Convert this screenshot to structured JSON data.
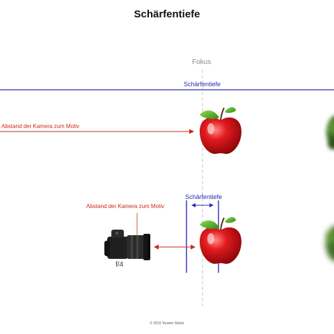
{
  "diagram": {
    "title": "Schärfentiefe",
    "focus_label": "Fokus",
    "top_scene": {
      "dof_label": "Schärfentiefe",
      "distance_label": "Abstand der Kamera zum Motiv"
    },
    "bottom_scene": {
      "dof_label": "Schärfentiefe",
      "distance_label": "Abstand der Kamera zum Motiv",
      "aperture_label": "f/4"
    },
    "copyright": "© 2015 Torsten Stolze"
  },
  "colors": {
    "dof_blue": "#2a2ab8",
    "distance_red": "#cc2a1a",
    "focus_gray": "#b8b8b8",
    "apple_red": "#d4141a",
    "leaf_green": "#4aa81e",
    "tree_green": "#3f6e25"
  },
  "icons": {
    "camera": "dslr-camera-icon",
    "apple": "apple-icon",
    "tree": "tree-icon"
  }
}
